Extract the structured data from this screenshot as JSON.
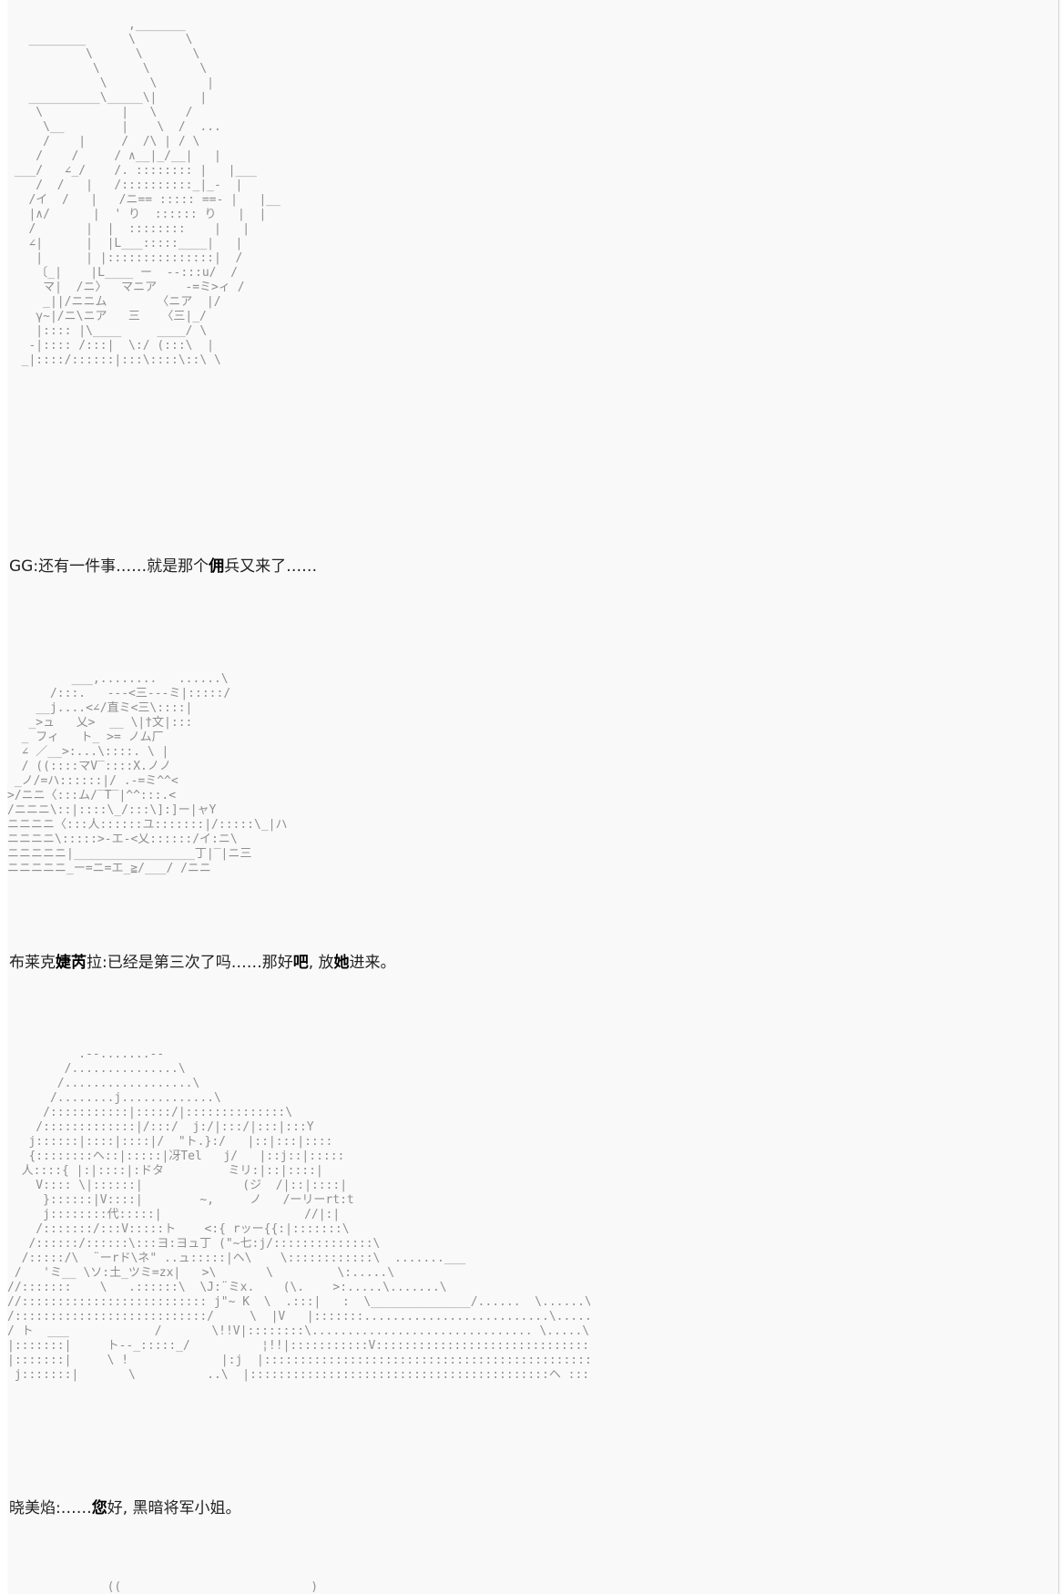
{
  "dialogue": [
    {
      "speaker": "GG",
      "parts": [
        "还有一件事……就是那个",
        "佣",
        "兵又来了……"
      ]
    },
    {
      "speaker": "布莱克",
      "parts": [
        "",
        "婕芮",
        "拉:已经是第三次了吗……那好",
        "吧",
        ", 放",
        "她",
        "进来。"
      ]
    },
    {
      "speaker": "晓美焰",
      "parts": [
        "……",
        "您",
        "好, 黑暗将军小姐。"
      ]
    }
  ],
  "ascii_art": {
    "gg": "                 ,_______\n   ________      \\       \\\n           \\      \\       \\\n            \\      \\       \\\n             \\      \\       |\n   __________\\_____\\|      |\n    \\           |   \\    /\n     \\__        |    \\  /  ...\n     /    |     /  /\\ | / \\\n    /    /     / ∧__|_/__|   |\n ___/   ∠_/    /. :::::::: |   |___\n    /  /   |   /::::::::::_|_-  |\n   /イ  /   |   /ニ== ::::: ==- |   |__\n   |∧/      |  ' り  :::::: り   |  |\n   /       |  |  ::::::::    |   |\n   ∠|      |  |L___:::::____|   |\n    |      | |:::::::::::::::|  /\n    〔_|    |L____ ー  --:::u/  /\n     マ|  /ニ〉  マニア    -=ミ>ィ /\n     _||/ニニム       〈ニア  |/\n    γ~|/ニ\\ニア   三   〈三|_/\n    |:::: |\\____     ____/ \\\n   -|:::: /:::|  \\:/ (:::\\  |\n  _|::::/::::::|:::\\::::\\::\\ \\",
    "bl": "         ___,........   ......\\\n      /:::.   ---<三---ミ|:::::/\n    __j....<∠/直ミ<三\\::::|\n   _>ュ   乂>  __ \\|†文|:::\n  _ フィ   ト_ >= ノム厂\n  ∠ ／__>:...\\::::. \\ |\n  / ((::::マV‾::::X.ノノ\n _ノ/=ハ::::::|/ .-=ミ^^<\n>/ニニ〈:::ム/‾T‾|^^:::.<\n/ニニニ\\::|::::\\_/:::\\]:]ー|ャY\nニニニニ〈:::人::::::ユ:::::::|/:::::\\_|ハ\nニニニニ\\:::::>-エ-<乂::::::/イ:ニ\\\nニニニニニ|_________________丁|‾|ニ三\nニニニニニ_ー=ニ=エ_≧/___/ /ニニ",
    "hm": "          .--.......--\n        /...............\\\n       /..................\\\n      /........j.............\\\n     /:::::::::::|:::::/|::::::::::::::\\\n    /:::::::::::::|/:::/  j:/|:::/|:::|:::Y\n   j::::::|::::|::::|/  \"ト.}:/   |::|:::|::::\n   {::::::::ヘ::|:::::|冴Tel   j/   |::j::|:::::\n  人::::{ |:|::::|:ドタ         ミリ:|::|::::|\n    V:::: \\|::::::|              (ジ  /|::|::::|\n     }::::::|V::::|        ~,     ノ   /ーリーrt:t\n     j::::::::代:::::|                    //|:|\n    /:::::::/:::V:::::ト    <:{ rッー{{:|:::::::\\\n   /::::::/::::::\\:::ヨ:ヨュ丁 (\"~七:j/::::::::::::::\\\n  /:::::/\\  ¨ーrド\\ネ\" ..ュ:::::|ヘ\\    \\::::::::::::\\  .......___\n /   'ミ__ \\ソ:土_ツミ=zx|   >\\       \\         \\:.....\\\n//:::::::    \\   .::::::\\  \\J:¨ミx.    (\\.    >:.....\\.......\\\n//:::::::::::::::::::::::::: j\"~ K  \\  .:::|   :  \\______________/......  \\......\\\n/:::::::::::::::::::::::::::/     \\  |V   |:::::::..........................\\........\n/ ト  ___            /       \\!!V|::::::::\\............................... \\.....\\\n|:::::::|     ト--_:::::_/          ¦!!|:::::::::::V::::::::::::::::::::::::::::::::::::::. ))\n|:::::::|     \\ !             |:j  |:::::::::::::::::::::::::::::::::::::::::::::::::::::::\n j:::::::|       \\          ..\\  |::::::::::::::::::::::::::::::::::::::::::ヘ ::::::::::::::::::::::::::.j.......j",
    "next": "              ((￣￣￣￣￣￣￣￣￣￣￣￣￣￣￣￣)"
  }
}
